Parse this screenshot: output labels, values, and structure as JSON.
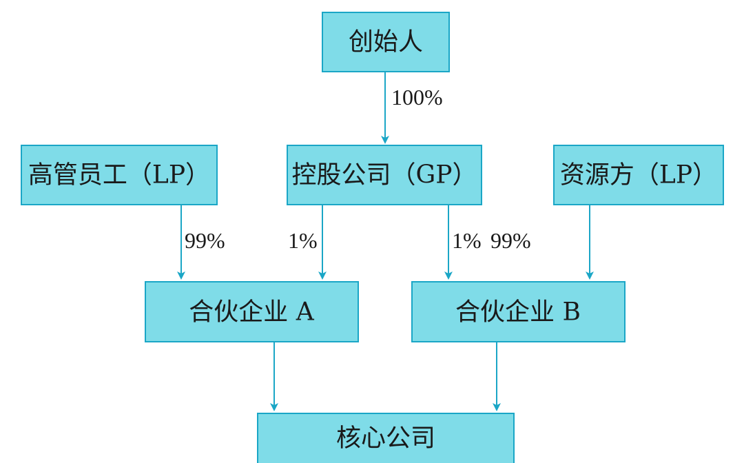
{
  "colors": {
    "box_fill": "#7fdce8",
    "box_border": "#1aa6c6",
    "arrow": "#1aa6c6",
    "text": "#1a1a1a"
  },
  "nodes": {
    "founder": "创始人",
    "holding_company": "控股公司（GP）",
    "executives": "高管员工（LP）",
    "resource_party": "资源方（LP）",
    "partnership_a": "合伙企业 A",
    "partnership_b": "合伙企业 B",
    "core_company": "核心公司"
  },
  "edges": {
    "founder_to_holding": "100%",
    "executives_to_a": "99%",
    "holding_to_a": "1%",
    "holding_to_b": "1%",
    "resource_to_b": "99%"
  }
}
